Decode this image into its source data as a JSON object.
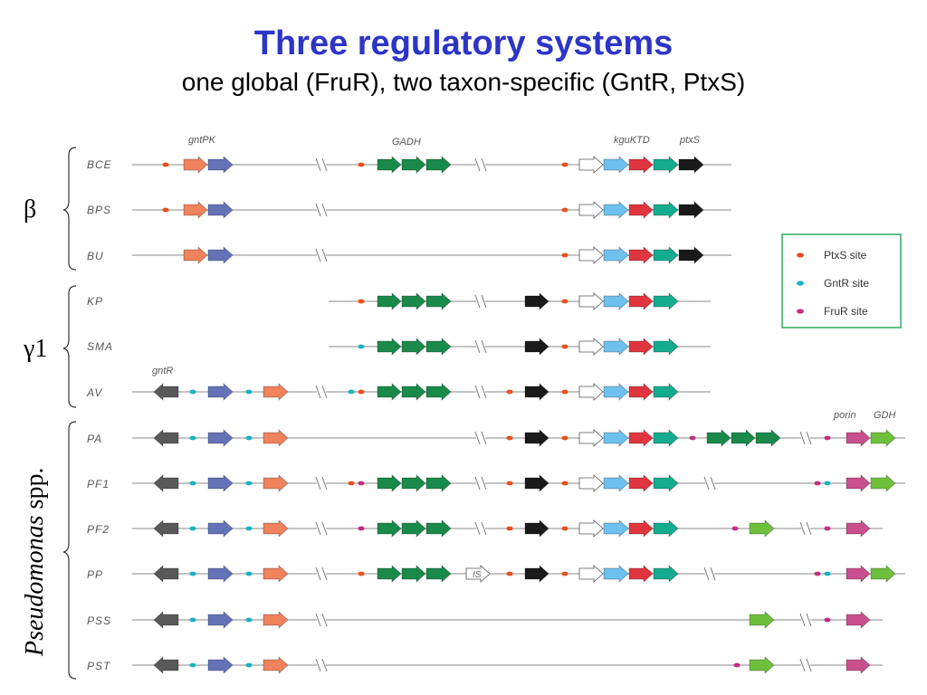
{
  "slide": {
    "title": "Three regulatory systems",
    "subtitle": "one global (FruR), two taxon-specific (GntR, PtxS)"
  },
  "groups": {
    "beta": "β",
    "gamma1": "γ1",
    "pseudomonas_italic": "Pseudomonas",
    "pseudomonas_suffix": " spp."
  },
  "gene_labels": {
    "gntPK": "gntPK",
    "GADH": "GADH",
    "kguKTD": "kguKTD",
    "ptxS": "ptxS",
    "gntR": "gntR",
    "porin": "porin",
    "GDH": "GDH",
    "IS": "IS"
  },
  "organisms": [
    "BCE",
    "BPS",
    "BU",
    "KP",
    "SMA",
    "AV",
    "PA",
    "PF1",
    "PF2",
    "PP",
    "PSS",
    "PST"
  ],
  "legend": {
    "items": [
      {
        "label": "PtxS site",
        "color": "#e8501f"
      },
      {
        "label": "GntR site",
        "color": "#18b3c2"
      },
      {
        "label": "FruR site",
        "color": "#c0307e"
      }
    ],
    "border_color": "#2eaa5a"
  },
  "colors": {
    "gntR_gene": "#595959",
    "gntP": "#f0825c",
    "gntK": "#6472b8",
    "GADH": "#198a4a",
    "unknown_white": "#ffffff",
    "kguK": "#6ec0ef",
    "kguT": "#e0353f",
    "kguD": "#15ab8e",
    "ptxS": "#1a1a1a",
    "porin": "#c8508c",
    "GDH": "#6ec03c"
  }
}
